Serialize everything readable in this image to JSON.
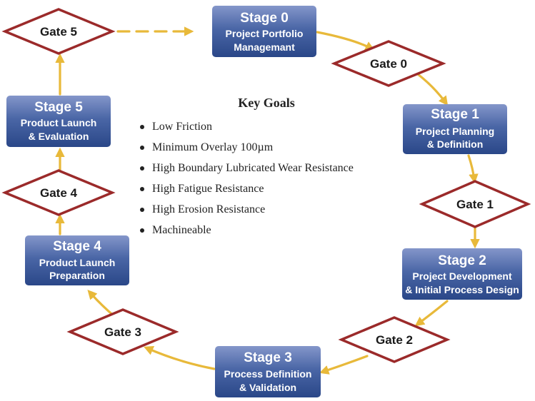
{
  "stages": [
    {
      "id": "stage0",
      "title": "Stage 0",
      "lines": [
        "Project Portfolio",
        "Managemant"
      ]
    },
    {
      "id": "stage1",
      "title": "Stage 1",
      "lines": [
        "Project Planning",
        "& Definition"
      ]
    },
    {
      "id": "stage2",
      "title": "Stage 2",
      "lines": [
        "Project Development",
        "& Initial Process Design"
      ]
    },
    {
      "id": "stage3",
      "title": "Stage 3",
      "lines": [
        "Process Definition",
        "& Validation"
      ]
    },
    {
      "id": "stage4",
      "title": "Stage 4",
      "lines": [
        "Product Launch",
        "Preparation"
      ]
    },
    {
      "id": "stage5",
      "title": "Stage 5",
      "lines": [
        "Product Launch",
        "& Evaluation"
      ]
    }
  ],
  "gates": [
    {
      "id": "gate0",
      "label": "Gate 0"
    },
    {
      "id": "gate1",
      "label": "Gate 1"
    },
    {
      "id": "gate2",
      "label": "Gate 2"
    },
    {
      "id": "gate3",
      "label": "Gate 3"
    },
    {
      "id": "gate4",
      "label": "Gate 4"
    },
    {
      "id": "gate5",
      "label": "Gate 5"
    }
  ],
  "key_goals": {
    "title": "Key Goals",
    "items": [
      "Low Friction",
      "Minimum Overlay 100µm",
      "High Boundary Lubricated Wear Resistance",
      "High Fatigue Resistance",
      "High Erosion Resistance",
      "Machineable"
    ]
  },
  "colors": {
    "stage_top": "#8094c8",
    "stage_bottom": "#2c4a8c",
    "gate_border": "#9b2a2a",
    "arrow": "#e8b93a",
    "gate_fill": "#ffffff"
  }
}
